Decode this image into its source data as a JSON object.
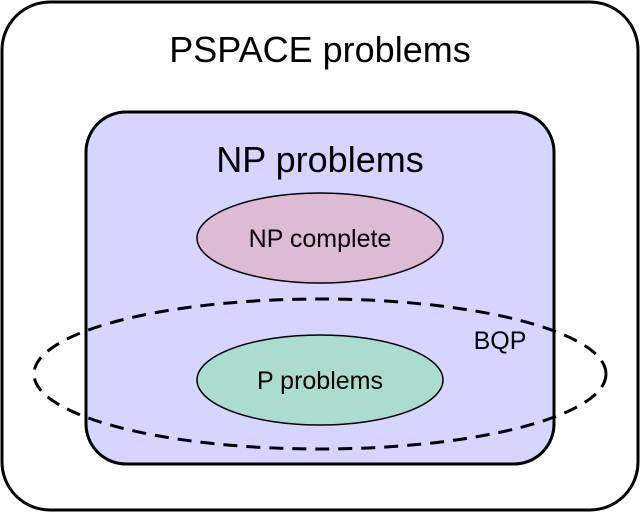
{
  "pspace": {
    "label": "PSPACE problems"
  },
  "np": {
    "label": "NP problems",
    "fill": "#d5d5ff"
  },
  "np_complete": {
    "label": "NP complete",
    "fill": "#ddbbd5"
  },
  "p": {
    "label": "P problems",
    "fill": "#aadccf"
  },
  "bqp": {
    "label": "BQP"
  }
}
